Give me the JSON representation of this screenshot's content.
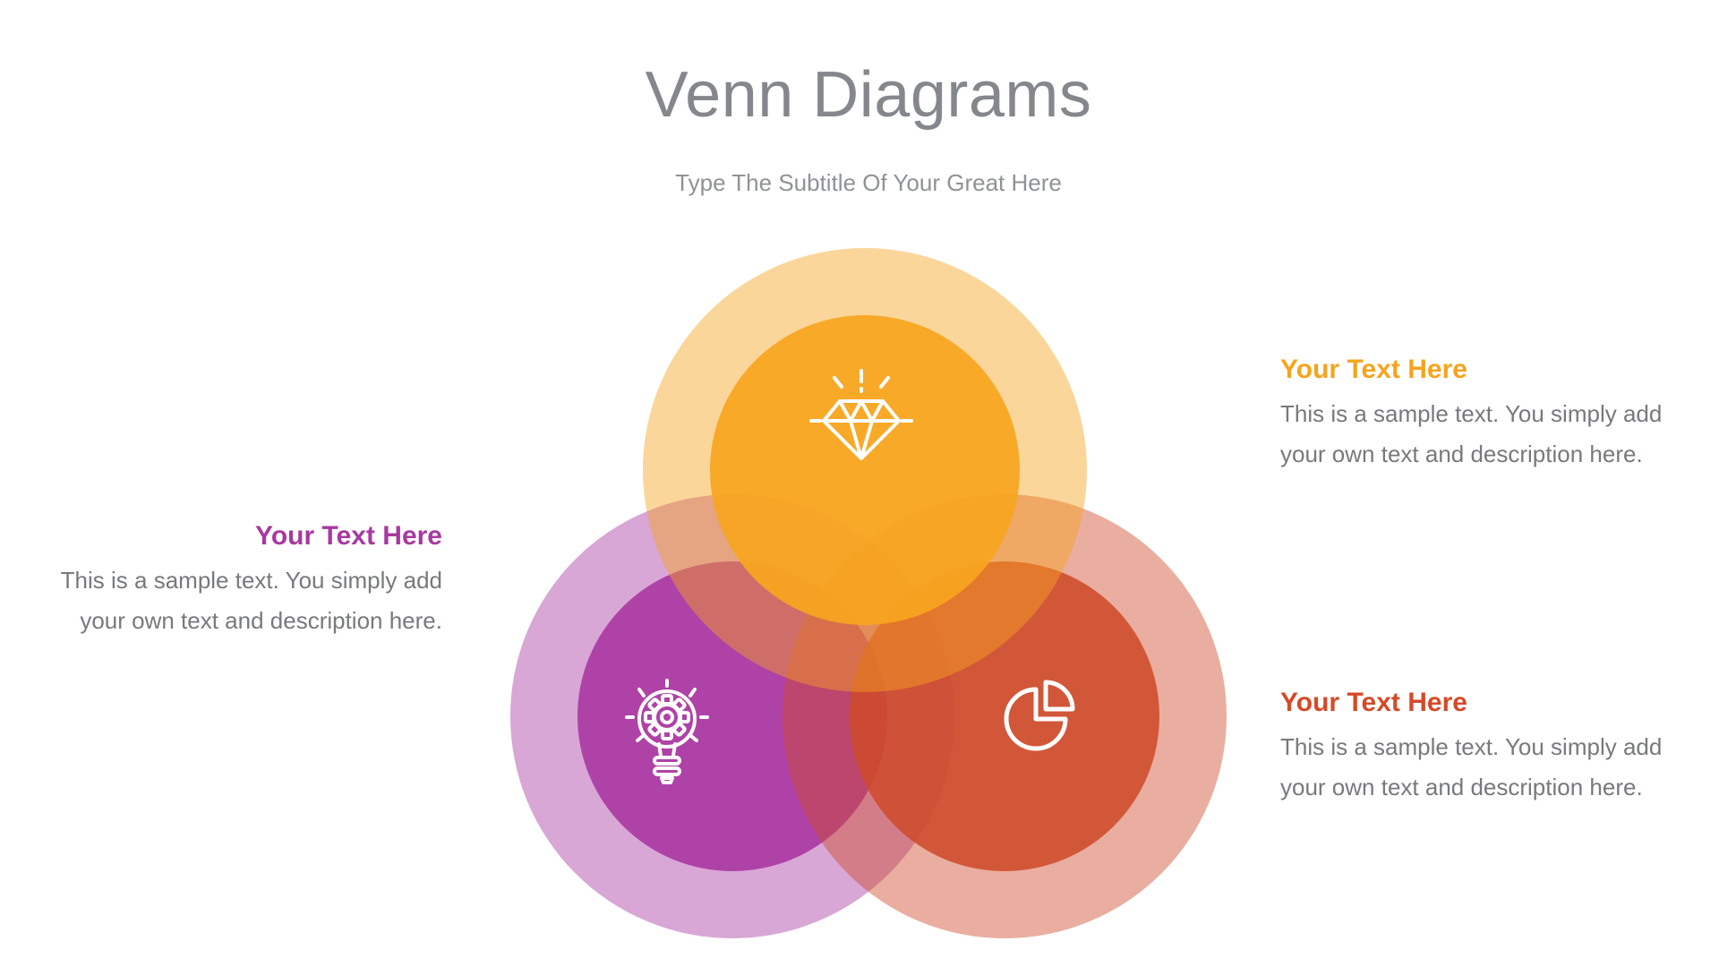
{
  "header": {
    "title": "Venn Diagrams",
    "subtitle": "Type The Subtitle Of Your Great Here"
  },
  "blocks": {
    "purple": {
      "heading": "Your Text Here",
      "line1": "This is a sample text. You simply add",
      "line2": "your own text and description here."
    },
    "orange": {
      "heading": "Your Text Here",
      "line1": "This is a sample text. You simply add",
      "line2": "your own text and description here."
    },
    "red": {
      "heading": "Your Text Here",
      "line1": "This is a sample text. You simply add",
      "line2": "your own text and description here."
    }
  },
  "venn": {
    "sets": [
      {
        "id": "orange",
        "position": "top",
        "icon": "diamond-icon",
        "color": "#F7A51E"
      },
      {
        "id": "purple",
        "position": "bottom-left",
        "icon": "idea-gear-bulb-icon",
        "color": "#AB3AA4"
      },
      {
        "id": "red",
        "position": "bottom-right",
        "icon": "pie-chart-icon",
        "color": "#CE4B2B"
      }
    ]
  },
  "colors": {
    "orange": "#F7A51E",
    "purple": "#AB3AA4",
    "red": "#CE4B2B",
    "heading_orange": "#F5A41D",
    "heading_purple": "#A7399F",
    "heading_red": "#D54A28",
    "title": "#84878B",
    "subtitle": "#8F9296",
    "body": "#77797C",
    "icon_stroke": "#FFFFFF"
  }
}
